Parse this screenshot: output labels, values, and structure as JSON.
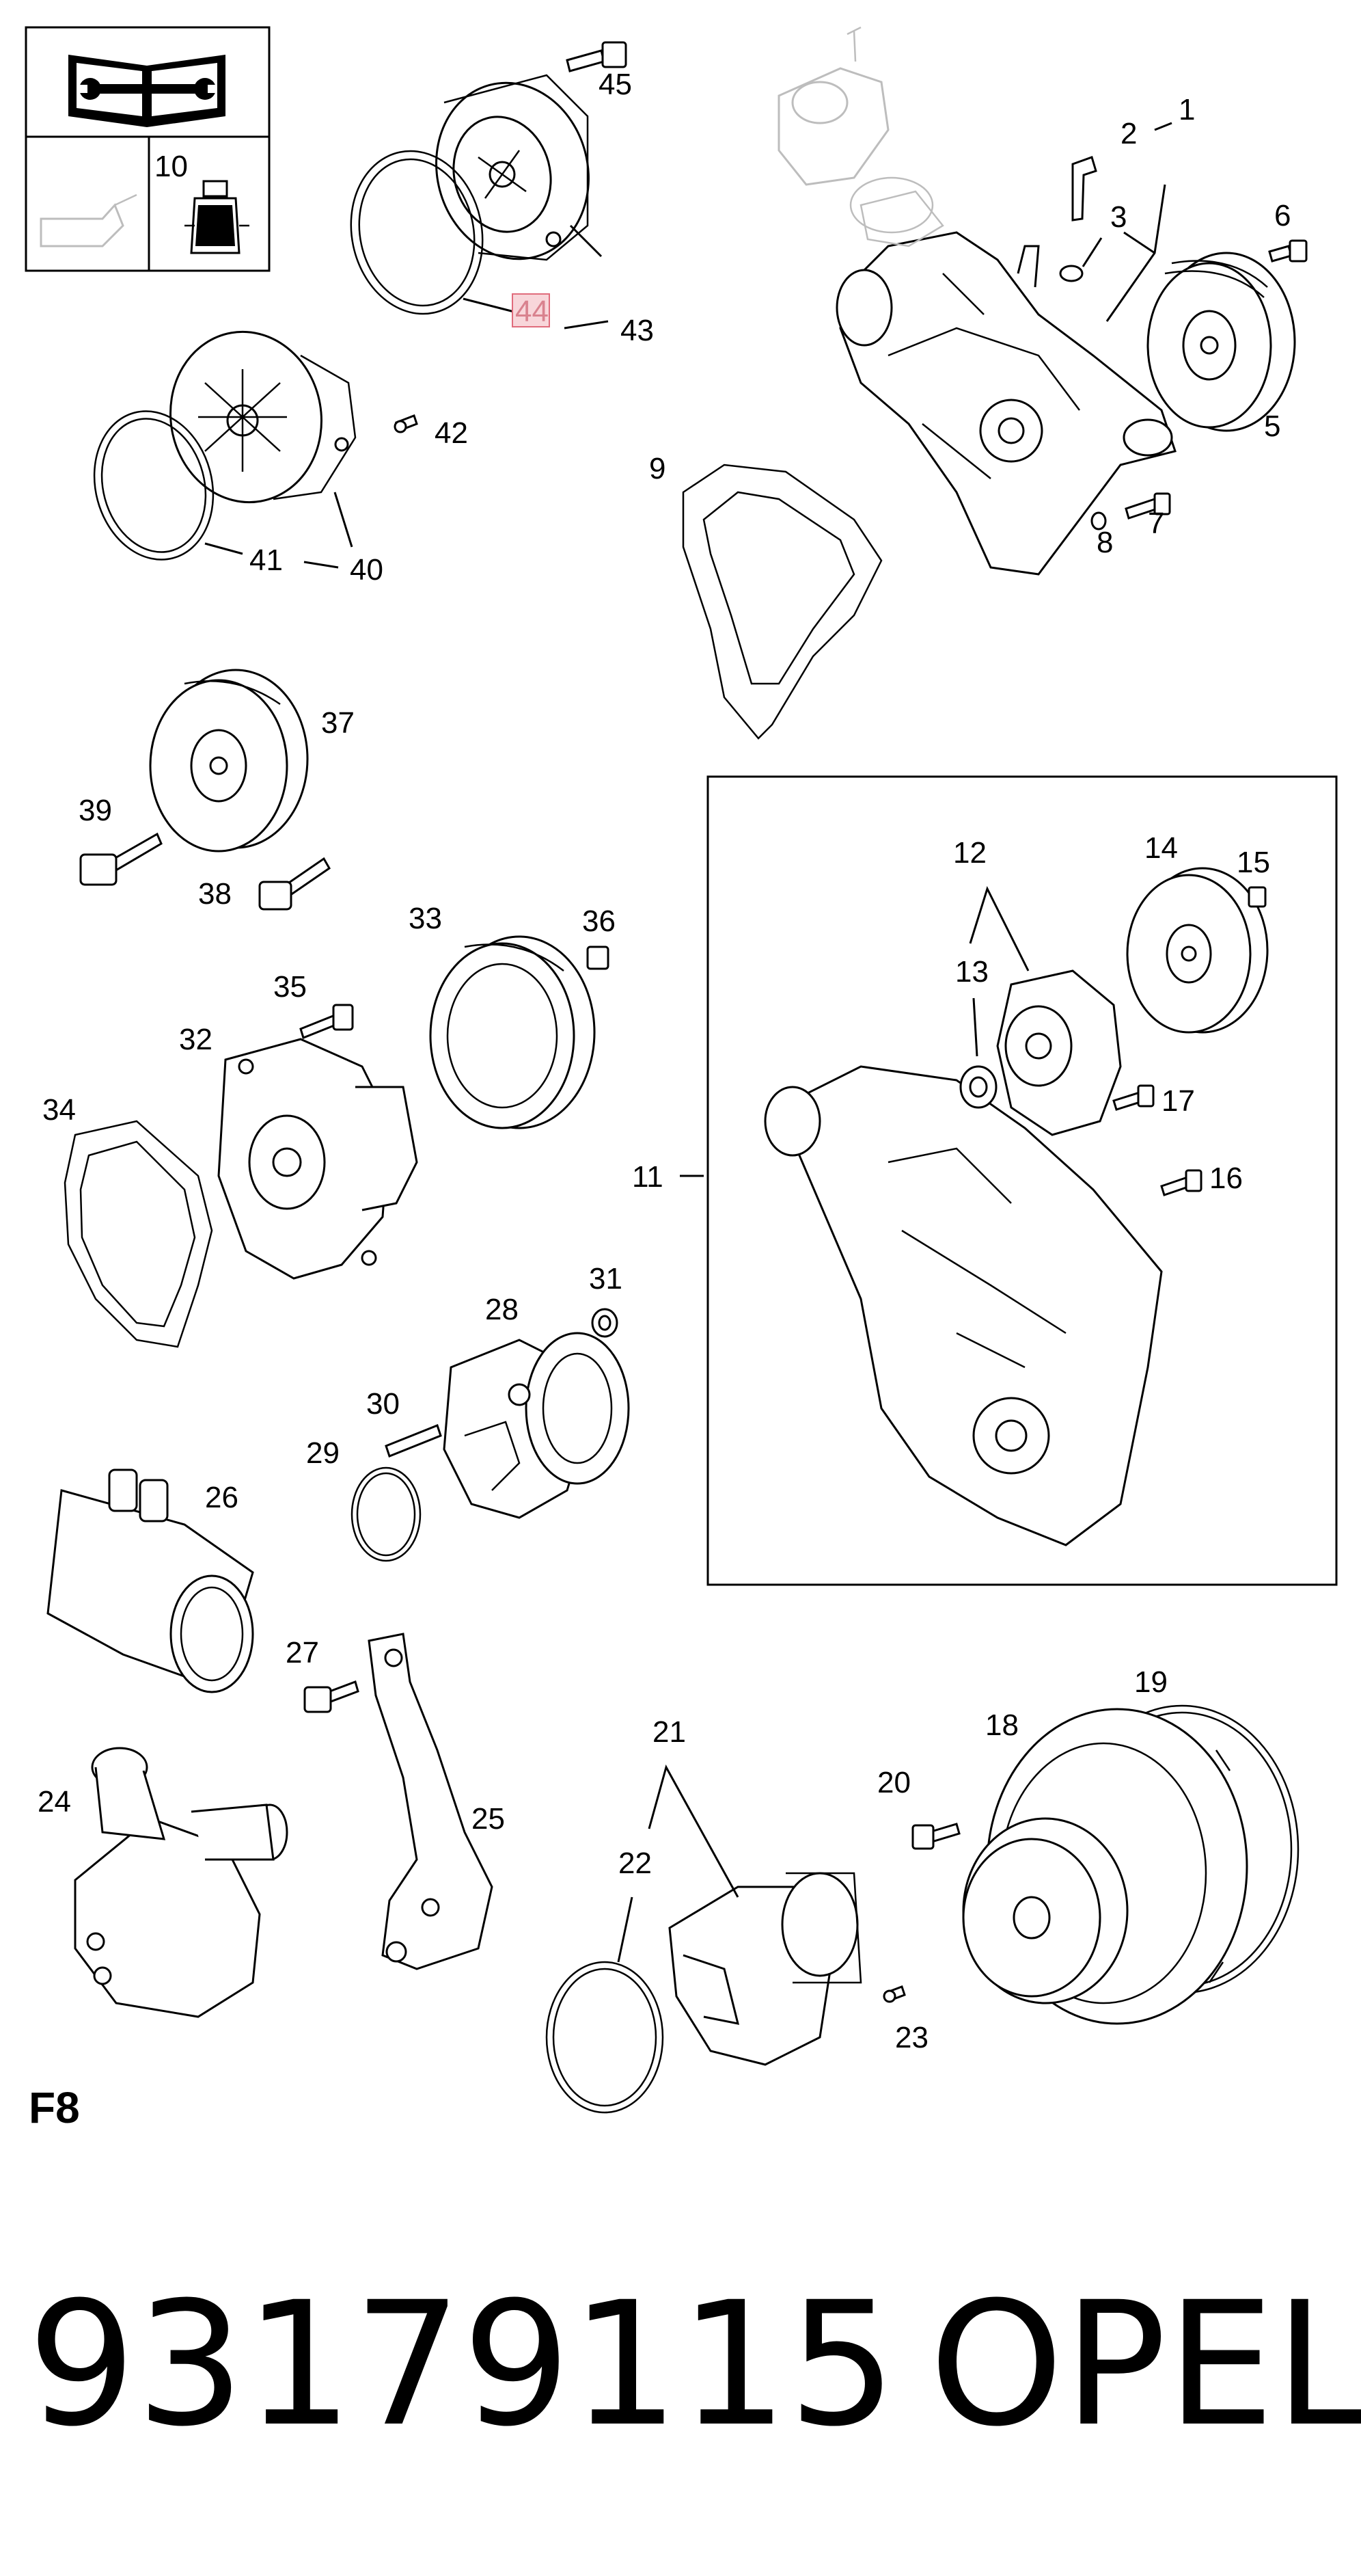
{
  "callouts": {
    "c1": "1",
    "c2": "2",
    "c3": "3",
    "c5": "5",
    "c6": "6",
    "c7": "7",
    "c8": "8",
    "c9": "9",
    "c10": "10",
    "c11": "11",
    "c12": "12",
    "c13": "13",
    "c14": "14",
    "c15": "15",
    "c16": "16",
    "c17": "17",
    "c18": "18",
    "c19": "19",
    "c20": "20",
    "c21": "21",
    "c22": "22",
    "c23": "23",
    "c24": "24",
    "c25": "25",
    "c26": "26",
    "c27": "27",
    "c28": "28",
    "c29": "29",
    "c30": "30",
    "c31": "31",
    "c32": "32",
    "c33": "33",
    "c34": "34",
    "c35": "35",
    "c36": "36",
    "c37": "37",
    "c38": "38",
    "c39": "39",
    "c40": "40",
    "c41": "41",
    "c42": "42",
    "c43": "43",
    "c44": "44",
    "c45": "45"
  },
  "highlighted_callout": "44",
  "section_label": "F8",
  "part_number": "93179115",
  "brand": "OPEL",
  "colors": {
    "highlight_fill": "#f8d6da",
    "highlight_stroke": "#e06c7c",
    "faded_part": "#bdbdbd"
  },
  "icons": [
    "manual-book-wrench-icon",
    "oil-can-icon",
    "sealant-bottle-icon"
  ]
}
